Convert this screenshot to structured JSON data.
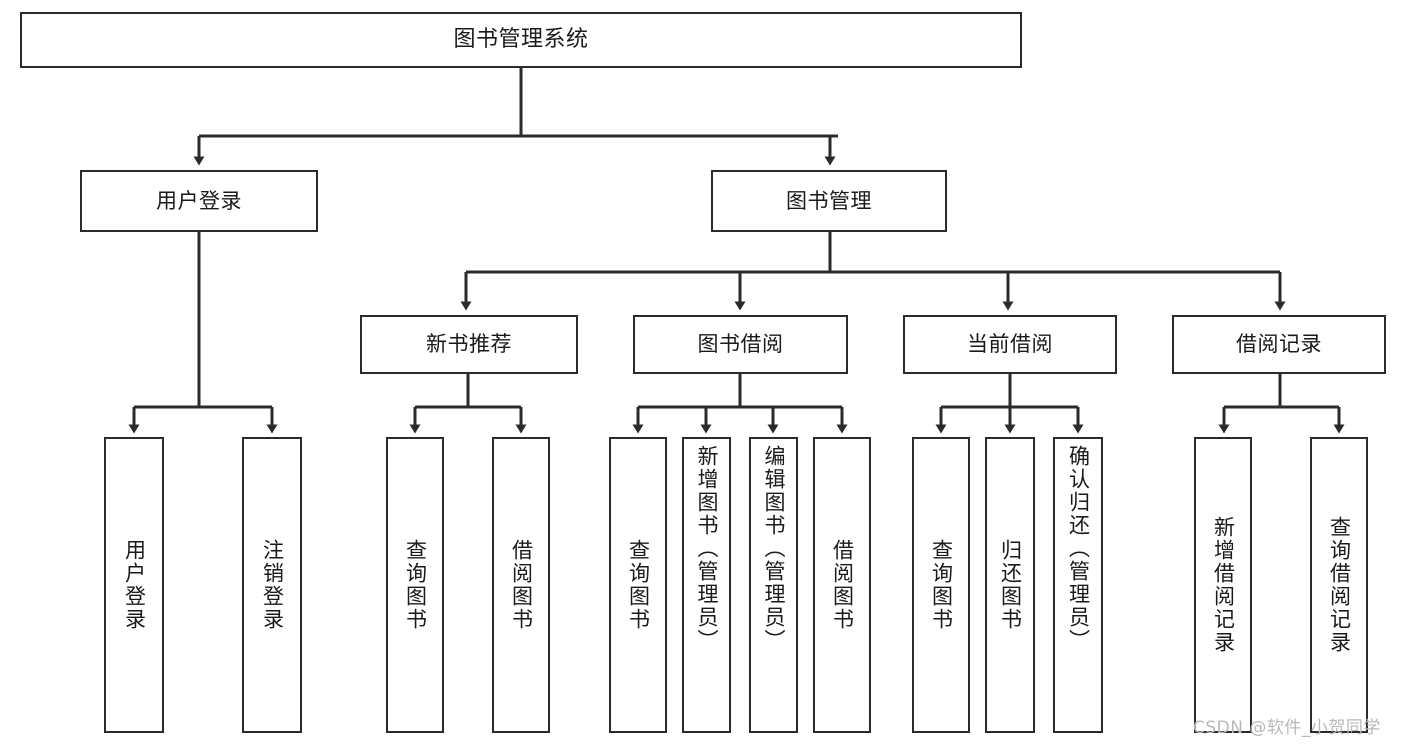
{
  "diagram": {
    "type": "tree-hierarchy-flowchart",
    "title": "图书管理系统",
    "orientation": "top-down",
    "colors": {
      "box_border": "#2b2b2b",
      "box_fill": "#ffffff",
      "connector": "#2b2b2b",
      "text": "#1a1a1a",
      "background": "#ffffff",
      "watermark": "#b9b9b9"
    },
    "nodes": {
      "root": {
        "label": "图书管理系统",
        "level": 0
      },
      "l1": [
        {
          "id": "user-login",
          "label": "用户登录",
          "level": 1
        },
        {
          "id": "book-manage",
          "label": "图书管理",
          "level": 1
        }
      ],
      "l2": [
        {
          "id": "new-book-rec",
          "label": "新书推荐",
          "level": 2,
          "parent": "book-manage"
        },
        {
          "id": "book-borrow",
          "label": "图书借阅",
          "level": 2,
          "parent": "book-manage"
        },
        {
          "id": "current-borrow",
          "label": "当前借阅",
          "level": 2,
          "parent": "book-manage"
        },
        {
          "id": "borrow-record",
          "label": "借阅记录",
          "level": 2,
          "parent": "book-manage"
        }
      ],
      "leaves": [
        {
          "id": "leaf-user-login",
          "label": "用户登录",
          "parent": "user-login",
          "align": "center"
        },
        {
          "id": "leaf-user-logout",
          "label": "注销登录",
          "parent": "user-login",
          "align": "center"
        },
        {
          "id": "leaf-query-book-1",
          "label": "查询图书",
          "parent": "new-book-rec",
          "align": "center"
        },
        {
          "id": "leaf-borrow-book-1",
          "label": "借阅图书",
          "parent": "new-book-rec",
          "align": "center"
        },
        {
          "id": "leaf-query-book-2",
          "label": "查询图书",
          "parent": "book-borrow",
          "align": "center"
        },
        {
          "id": "leaf-add-book",
          "label": "新增图书（管理员）",
          "parent": "book-borrow",
          "align": "top"
        },
        {
          "id": "leaf-edit-book",
          "label": "编辑图书（管理员）",
          "parent": "book-borrow",
          "align": "top"
        },
        {
          "id": "leaf-borrow-book-2",
          "label": "借阅图书",
          "parent": "book-borrow",
          "align": "center"
        },
        {
          "id": "leaf-query-book-3",
          "label": "查询图书",
          "parent": "current-borrow",
          "align": "center"
        },
        {
          "id": "leaf-return-book",
          "label": "归还图书",
          "parent": "current-borrow",
          "align": "center"
        },
        {
          "id": "leaf-confirm-return",
          "label": "确认归还（管理员）",
          "parent": "current-borrow",
          "align": "top"
        },
        {
          "id": "leaf-add-record",
          "label": "新增借阅记录",
          "parent": "borrow-record",
          "align": "center"
        },
        {
          "id": "leaf-query-record",
          "label": "查询借阅记录",
          "parent": "borrow-record",
          "align": "center"
        }
      ]
    }
  },
  "watermark": {
    "text": "CSDN @软件_小贺同学"
  }
}
